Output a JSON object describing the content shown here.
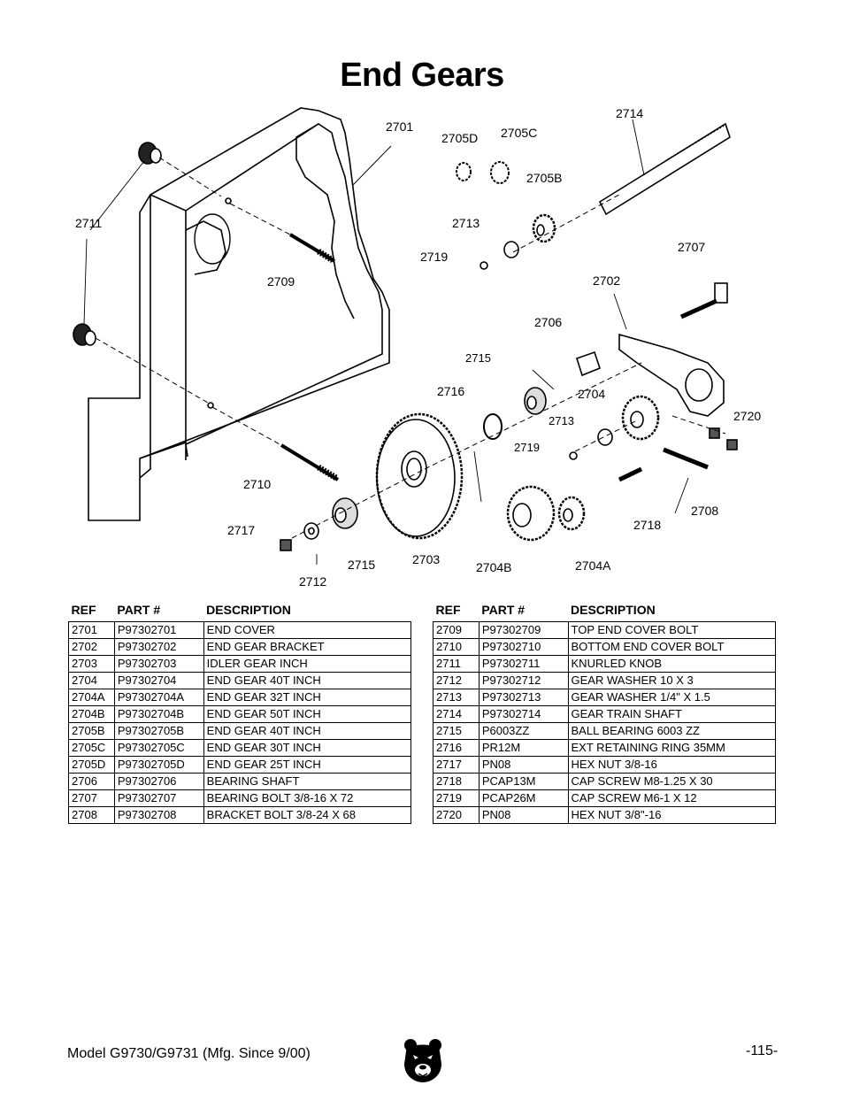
{
  "title": "End Gears",
  "diagram_labels": {
    "l2701": "2701",
    "l2705D": "2705D",
    "l2705C": "2705C",
    "l2714": "2714",
    "l2705B": "2705B",
    "l2711": "2711",
    "l2713a": "2713",
    "l2719a": "2719",
    "l2707": "2707",
    "l2709": "2709",
    "l2702": "2702",
    "l2706": "2706",
    "l2715a": "2715",
    "l2716": "2716",
    "l2704": "2704",
    "l2713b": "2713",
    "l2720": "2720",
    "l2719b": "2719",
    "l2710": "2710",
    "l2708": "2708",
    "l2718": "2718",
    "l2717": "2717",
    "l2715b": "2715",
    "l2703": "2703",
    "l2704B": "2704B",
    "l2704A": "2704A",
    "l2712": "2712"
  },
  "table_headers": {
    "ref": "REF",
    "part": "PART #",
    "desc": "DESCRIPTION"
  },
  "parts_left": [
    {
      "ref": "2701",
      "part": "P97302701",
      "desc": "END COVER"
    },
    {
      "ref": "2702",
      "part": "P97302702",
      "desc": "END GEAR BRACKET"
    },
    {
      "ref": "2703",
      "part": "P97302703",
      "desc": "IDLER GEAR INCH"
    },
    {
      "ref": "2704",
      "part": "P97302704",
      "desc": "END GEAR 40T INCH"
    },
    {
      "ref": "2704A",
      "part": "P97302704A",
      "desc": "END GEAR 32T INCH"
    },
    {
      "ref": "2704B",
      "part": "P97302704B",
      "desc": "END GEAR 50T INCH"
    },
    {
      "ref": "2705B",
      "part": "P97302705B",
      "desc": "END GEAR 40T INCH"
    },
    {
      "ref": "2705C",
      "part": "P97302705C",
      "desc": "END GEAR 30T INCH"
    },
    {
      "ref": "2705D",
      "part": "P97302705D",
      "desc": "END GEAR 25T INCH"
    },
    {
      "ref": "2706",
      "part": "P97302706",
      "desc": "BEARING SHAFT"
    },
    {
      "ref": "2707",
      "part": "P97302707",
      "desc": "BEARING BOLT 3/8-16 X 72"
    },
    {
      "ref": "2708",
      "part": "P97302708",
      "desc": "BRACKET BOLT 3/8-24 X 68"
    }
  ],
  "parts_right": [
    {
      "ref": "2709",
      "part": "P97302709",
      "desc": "TOP END COVER BOLT"
    },
    {
      "ref": "2710",
      "part": "P97302710",
      "desc": "BOTTOM END COVER BOLT"
    },
    {
      "ref": "2711",
      "part": "P97302711",
      "desc": "KNURLED KNOB"
    },
    {
      "ref": "2712",
      "part": "P97302712",
      "desc": "GEAR WASHER 10 X 3"
    },
    {
      "ref": "2713",
      "part": "P97302713",
      "desc": "GEAR WASHER 1/4\" X 1.5"
    },
    {
      "ref": "2714",
      "part": "P97302714",
      "desc": "GEAR TRAIN SHAFT"
    },
    {
      "ref": "2715",
      "part": "P6003ZZ",
      "desc": "BALL BEARING 6003 ZZ"
    },
    {
      "ref": "2716",
      "part": "PR12M",
      "desc": "EXT RETAINING RING 35MM"
    },
    {
      "ref": "2717",
      "part": "PN08",
      "desc": "HEX NUT 3/8-16"
    },
    {
      "ref": "2718",
      "part": "PCAP13M",
      "desc": "CAP SCREW M8-1.25 X 30"
    },
    {
      "ref": "2719",
      "part": "PCAP26M",
      "desc": "CAP SCREW M6-1 X 12"
    },
    {
      "ref": "2720",
      "part": "PN08",
      "desc": "HEX NUT 3/8\"-16"
    }
  ],
  "footer": {
    "model": "Model G9730/G9731 (Mfg. Since 9/00)",
    "page": "-115-"
  },
  "icons": {
    "logo": "bear-head-logo"
  }
}
